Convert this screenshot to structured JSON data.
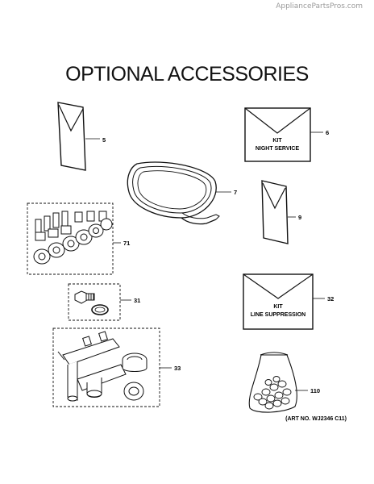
{
  "watermark": "AppliancePartsPros.com",
  "title": "OPTIONAL ACCESSORIES",
  "art_no": "(ART NO. WJ2346 C11)",
  "kits": {
    "night_service": {
      "line1": "KIT",
      "line2": "NIGHT SERVICE"
    },
    "line_suppression": {
      "line1": "KIT",
      "line2": "LINE SUPPRESSION"
    }
  },
  "callouts": {
    "c5": "5",
    "c6": "6",
    "c7": "7",
    "c9": "9",
    "c71": "71",
    "c31": "31",
    "c32": "32",
    "c33": "33",
    "c110": "110"
  }
}
